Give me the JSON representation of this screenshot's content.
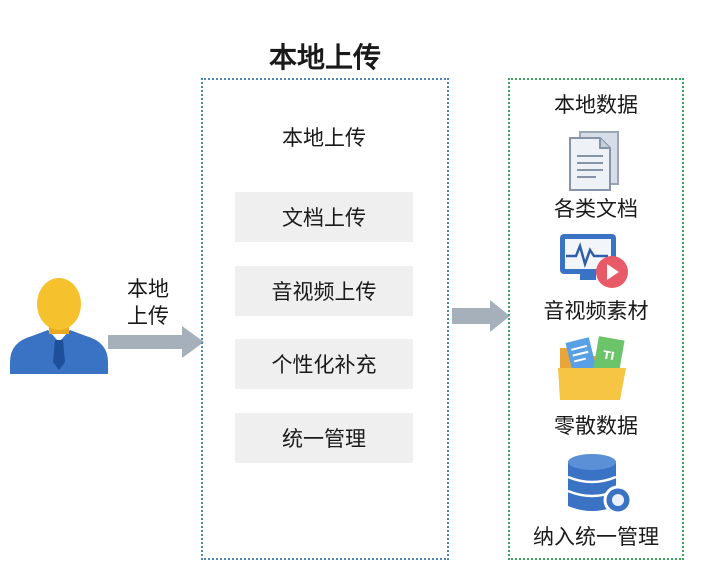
{
  "title": "本地上传",
  "user": {
    "arrow_label_line1": "本地",
    "arrow_label_line2": "上传"
  },
  "upload_panel": {
    "title": "本地上传",
    "items": [
      "文档上传",
      "音视频上传",
      "个性化补充",
      "统一管理"
    ]
  },
  "data_panel": {
    "title": "本地数据",
    "items": [
      {
        "label": "各类文档",
        "icon": "document-icon"
      },
      {
        "label": "音视频素材",
        "icon": "media-icon"
      },
      {
        "label": "零散数据",
        "icon": "folder-icon"
      },
      {
        "label": "纳入统一管理",
        "icon": "database-icon"
      }
    ]
  },
  "colors": {
    "upload_border": "#4a86b8",
    "data_border": "#3aa55c",
    "arrow": "#a6b0ba",
    "item_bg": "#efefef",
    "accent_blue": "#3a72c4",
    "accent_yellow": "#f5c12c"
  }
}
